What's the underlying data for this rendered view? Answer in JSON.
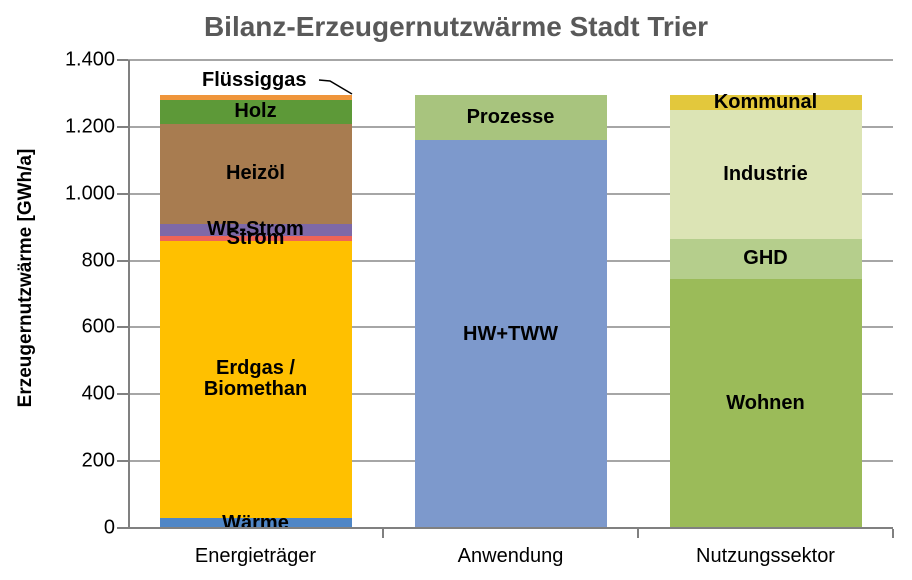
{
  "chart_data": {
    "type": "bar",
    "subtype": "stacked",
    "title": "Bilanz-Erzeugernutzwärme Stadt Trier",
    "ylabel": "Erzeugernutzwärme [GWh/a]",
    "unit": "GWh/a",
    "ylim": [
      0,
      1400
    ],
    "ytick_values": [
      0,
      200,
      400,
      600,
      800,
      1000,
      1200,
      1400
    ],
    "ytick_labels": [
      "0",
      "200",
      "400",
      "600",
      "800",
      "1.000",
      "1.200",
      "1.400"
    ],
    "grid": true,
    "legend": "none",
    "categories": [
      "Energieträger",
      "Anwendung",
      "Nutzungssektor"
    ],
    "stack_order": "bottom-to-top",
    "totals": [
      1295,
      1295,
      1295
    ],
    "stacks": [
      {
        "category": "Energieträger",
        "segments": [
          {
            "label": "Wärme",
            "value": 30,
            "color": "#4F86C6"
          },
          {
            "label": "Erdgas /\nBiomethan",
            "value": 830,
            "color": "#FFC000"
          },
          {
            "label": "Strom",
            "value": 15,
            "color": "#EE6457"
          },
          {
            "label": "WP-Strom",
            "value": 35,
            "color": "#7E69A7"
          },
          {
            "label": "Heizöl",
            "value": 300,
            "color": "#A87C50"
          },
          {
            "label": "Holz",
            "value": 70,
            "color": "#5D9938"
          },
          {
            "label": "Flüssiggas",
            "value": 15,
            "color": "#EF953B",
            "label_outside": true
          }
        ]
      },
      {
        "category": "Anwendung",
        "segments": [
          {
            "label": "HW+TWW",
            "value": 1160,
            "color": "#7D99CC"
          },
          {
            "label": "Prozesse",
            "value": 135,
            "color": "#A8C47E"
          }
        ]
      },
      {
        "category": "Nutzungssektor",
        "segments": [
          {
            "label": "Wohnen",
            "value": 745,
            "color": "#9BBB59"
          },
          {
            "label": "GHD",
            "value": 120,
            "color": "#B5CE8C"
          },
          {
            "label": "Industrie",
            "value": 385,
            "color": "#DCE4B5"
          },
          {
            "label": "Kommunal",
            "value": 45,
            "color": "#E3C83C"
          }
        ]
      }
    ],
    "axis_colors": {
      "axis_line": "#808080",
      "gridline": "#A6A6A6",
      "title_text": "#595959",
      "label_text": "#000000"
    }
  }
}
